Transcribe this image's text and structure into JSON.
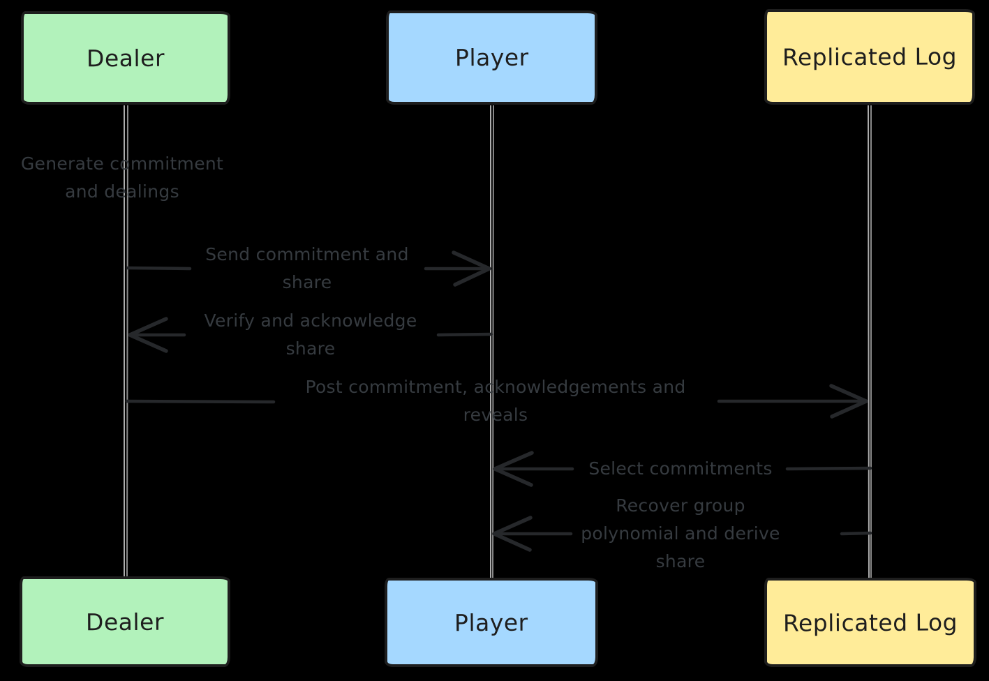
{
  "diagram": {
    "type": "sequence-diagram",
    "background": "#000000",
    "actors": [
      {
        "id": "dealer",
        "label": "Dealer",
        "fill": "#b2f2bb"
      },
      {
        "id": "player",
        "label": "Player",
        "fill": "#a5d8ff"
      },
      {
        "id": "replicated-log",
        "label": "Replicated Log",
        "fill": "#ffec99"
      }
    ],
    "messages": [
      {
        "type": "note",
        "actor": "dealer",
        "text": "Generate commitment and dealings"
      },
      {
        "type": "arrow",
        "from": "dealer",
        "to": "player",
        "text": "Send commitment and share"
      },
      {
        "type": "arrow",
        "from": "player",
        "to": "dealer",
        "text": "Verify and acknowledge share"
      },
      {
        "type": "arrow",
        "from": "dealer",
        "to": "replicated-log",
        "text": "Post commitment, acknowledgements and reveals"
      },
      {
        "type": "arrow",
        "from": "replicated-log",
        "to": "player",
        "text": "Select commitments"
      },
      {
        "type": "arrow",
        "from": "replicated-log",
        "to": "player",
        "text": "Recover group polynomial and derive share"
      }
    ],
    "colors": {
      "box_border": "#1e1e1e",
      "box_label_text": "#1e1e1e",
      "message_text": "#363b40",
      "arrow_stroke": "#26282b",
      "lifeline_light": "#adadad",
      "lifeline_dark": "#8a8a8a"
    }
  }
}
